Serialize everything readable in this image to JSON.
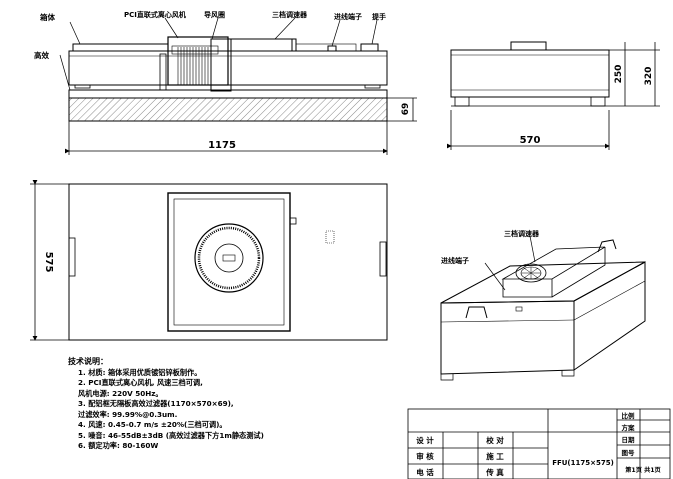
{
  "labels": {
    "casing": "箱体",
    "hepa": "高效",
    "fan": "PCI直联式离心风机",
    "guide": "导风圈",
    "speed_switch": "三档调速器",
    "terminal": "进线端子",
    "handle": "提手",
    "speed_switch_3d": "三档调速器",
    "terminal_3d": "进线端子"
  },
  "dimensions": {
    "front_length": "1175",
    "front_height": "69",
    "side_width": "570",
    "side_height_1": "250",
    "side_height_2": "320",
    "top_width": "575"
  },
  "notes": {
    "title": "技术说明：",
    "lines": [
      "1. 材质: 箱体采用优质镀铝锌板制作。",
      "2. PCI直联式离心风机, 风速三档可调,",
      "   风机电源: 220V 50Hz。",
      "3. 配铝框无隔板高效过滤器(1170×570×69),",
      "   过滤效率: 99.99%@0.3um.",
      "4. 风速: 0.45-0.7 m/s ±20%(三档可调)。",
      "5. 噪音: 46-55dB±3dB (高效过滤器下方1m静态测试)",
      "6. 额定功率: 80-160W"
    ]
  },
  "title_block": {
    "design": "设 计",
    "check": "校 对",
    "review": "审 核",
    "process": "施 工",
    "drafter": "电 话",
    "fax": "传 真",
    "product": "FFU(1175×575)",
    "right_r1": "比例",
    "right_r2": "方案",
    "right_r3": "日期",
    "right_r4": "图号",
    "right_r5": "第1页 共1页"
  }
}
